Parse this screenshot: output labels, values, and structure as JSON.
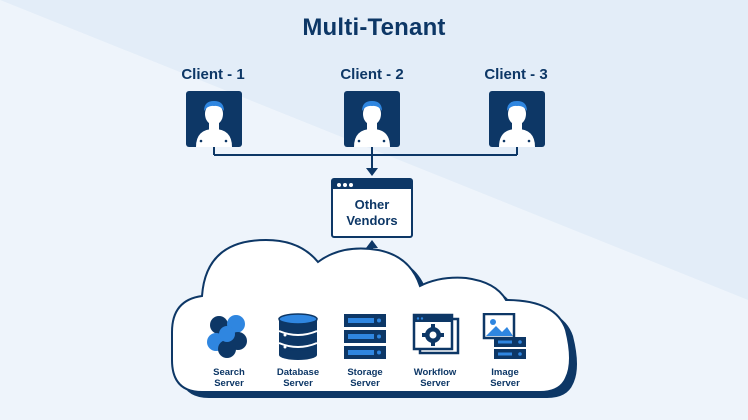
{
  "title": "Multi-Tenant",
  "clients": [
    {
      "label": "Client - 1",
      "icon": "user-icon"
    },
    {
      "label": "Client - 2",
      "icon": "user-icon"
    },
    {
      "label": "Client - 3",
      "icon": "user-icon"
    }
  ],
  "vendor": {
    "line1": "Other",
    "line2": "Vendors",
    "icon": "browser-window-icon"
  },
  "servers": [
    {
      "line1": "Search",
      "line2": "Server",
      "icon": "search-cluster-icon"
    },
    {
      "line1": "Database",
      "line2": "Server",
      "icon": "database-icon"
    },
    {
      "line1": "Storage",
      "line2": "Server",
      "icon": "server-rack-icon"
    },
    {
      "line1": "Workflow",
      "line2": "Server",
      "icon": "workflow-gear-icon"
    },
    {
      "line1": "Image",
      "line2": "Server",
      "icon": "image-server-icon"
    }
  ],
  "colors": {
    "primary": "#0d3766",
    "accent": "#2f86e0",
    "background": "#eef4fb"
  }
}
